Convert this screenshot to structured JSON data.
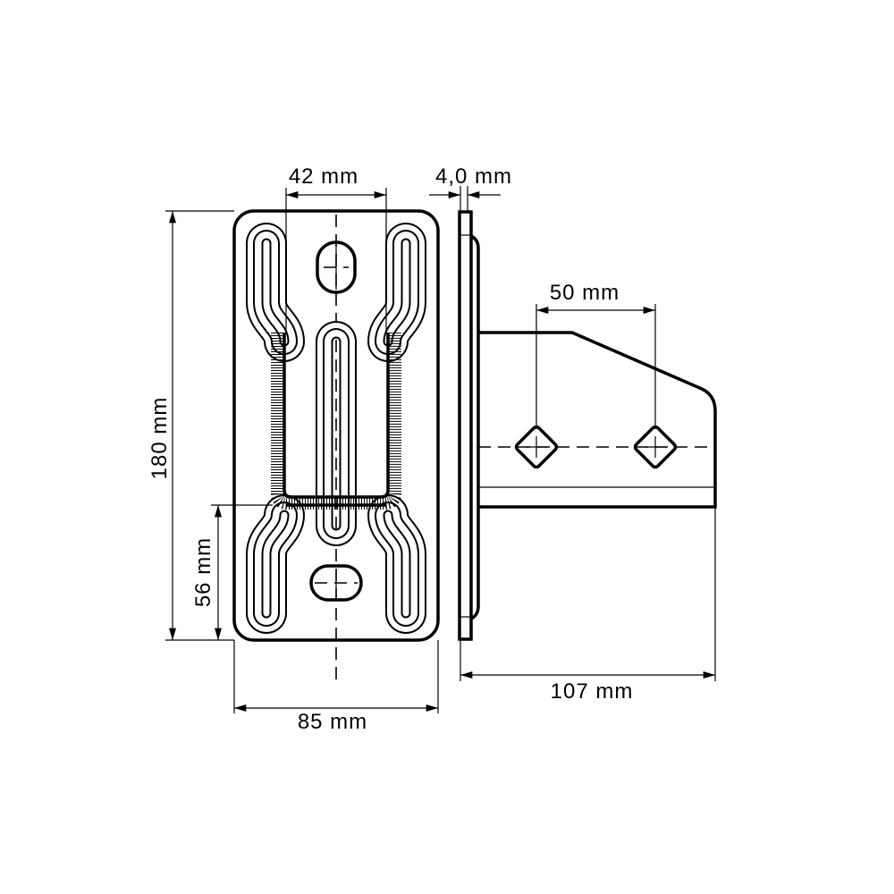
{
  "drawing": {
    "views": [
      "front-view",
      "side-view"
    ],
    "line_color": "#000000",
    "background": "#ffffff"
  },
  "dimensions": {
    "slot_spacing": "42 mm",
    "plate_thickness": "4,0 mm",
    "hole_spacing": "50 mm",
    "plate_height": "180 mm",
    "lower_offset": "56 mm",
    "plate_width": "85 mm",
    "arm_length": "107 mm"
  }
}
